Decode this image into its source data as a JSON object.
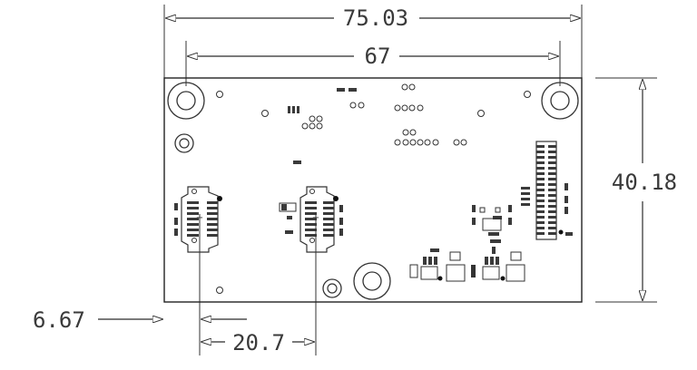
{
  "dimensions": {
    "overall_width": "75.03",
    "hole_spacing": "67",
    "board_height": "40.18",
    "left_offset": "6.67",
    "connector_spacing": "20.7"
  }
}
